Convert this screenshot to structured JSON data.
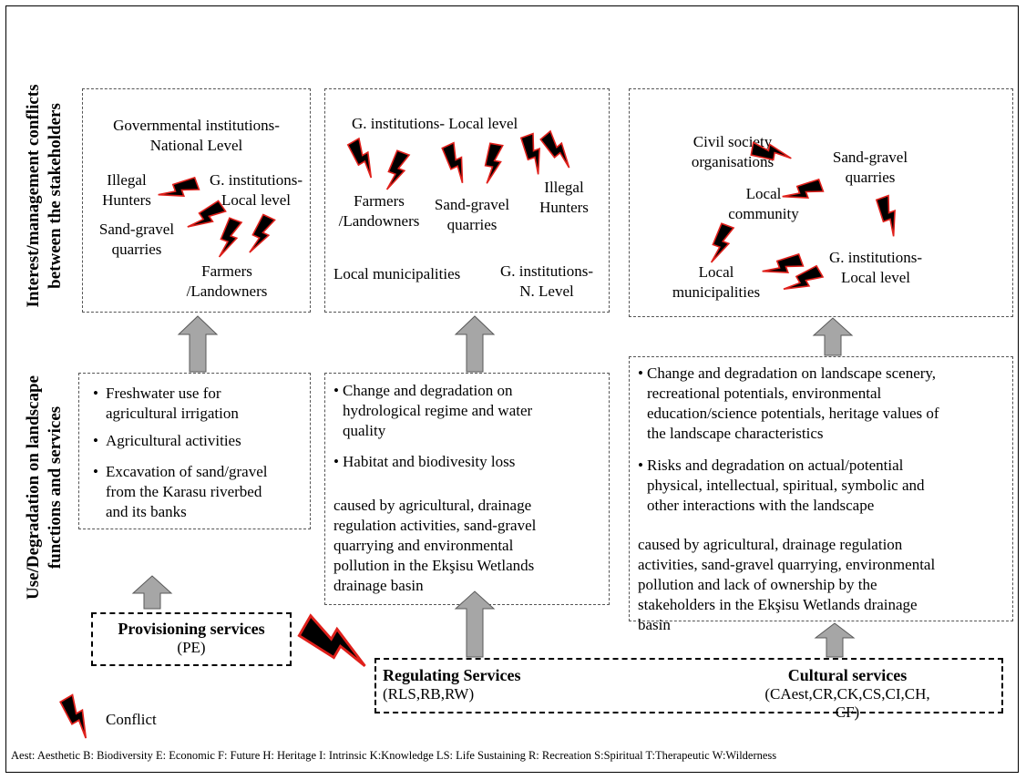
{
  "side_labels": {
    "top_line1": "Interest/management  conflicts",
    "top_line2": "between the stakeholders",
    "bottom_line1": "Use/Degradation on landscape",
    "bottom_line2": "functions and services"
  },
  "conflict_boxes": {
    "provisioning": {
      "gov_national": "Governmental institutions-",
      "gov_national_2": "National Level",
      "illegal_hunters": "Illegal",
      "illegal_hunters_2": "Hunters",
      "g_inst_local": "G. institutions-",
      "g_inst_local_2": "Local level",
      "sand_gravel": "Sand-gravel",
      "sand_gravel_2": "quarries",
      "farmers": "Farmers",
      "farmers_2": "/Landowners"
    },
    "regulating": {
      "g_inst_local": "G. institutions-  Local level",
      "farmers": "Farmers",
      "farmers_2": "/Landowners",
      "sand_gravel": "Sand-gravel",
      "sand_gravel_2": "quarries",
      "illegal_hunters": "Illegal",
      "illegal_hunters_2": "Hunters",
      "local_municipalities": "Local municipalities",
      "g_inst_national": "G. institutions-",
      "g_inst_national_2": "N. Level"
    },
    "cultural": {
      "civil_society": "Civil society",
      "civil_society_2": "organisations",
      "sand_gravel": "Sand-gravel",
      "sand_gravel_2": "quarries",
      "local_community": "Local",
      "local_community_2": "community",
      "local_municipalities": "Local",
      "local_municipalities_2": "municipalities",
      "g_inst_local": "G. institutions-",
      "g_inst_local_2": "Local level"
    }
  },
  "degradation_boxes": {
    "provisioning": [
      [
        "Freshwater use for",
        "agricultural  irrigation"
      ],
      [
        "Agricultural activities"
      ],
      [
        "Excavation of sand/gravel",
        "from the Karasu riverbed",
        "and its banks"
      ]
    ],
    "regulating": {
      "bullets": [
        [
          "Change and degradation on",
          "hydrological regime and water",
          "quality"
        ],
        [
          "Habitat and biodivesity loss"
        ]
      ],
      "caused_by": [
        "caused by agricultural,  drainage",
        "regulation activities, sand-gravel",
        "quarrying and environmental",
        "pollution in the Ekşisu Wetlands",
        "drainage basin"
      ]
    },
    "cultural": {
      "bullets": [
        [
          "Change and degradation on landscape scenery,",
          "recreational potentials, environmental",
          "education/science potentials, heritage values of",
          "the landscape characteristics"
        ],
        [
          "Risks and degradation on actual/potential",
          "physical, intellectual, spiritual, symbolic and",
          "other interactions with the landscape"
        ]
      ],
      "caused_by": [
        "caused by agricultural,  drainage regulation",
        "activities, sand-gravel quarrying, environmental",
        "pollution and lack of ownership by the",
        "stakeholders in the Ekşisu Wetlands drainage",
        "basin"
      ]
    }
  },
  "services": {
    "provisioning_title": "Provisioning services",
    "provisioning_codes": "(PE)",
    "regulating_title": "Regulating Services",
    "regulating_codes": "(RLS,RB,RW)",
    "cultural_title": "Cultural services",
    "cultural_codes": "(CAest,CR,CK,CS,CI,CH, CF)"
  },
  "legend": {
    "conflict_label": "Conflict",
    "abbreviations": "Aest: Aesthetic   B: Biodiversity   E: Economic   F: Future  H: Heritage  I: Intrinsic  K:Knowledge  LS: Life Sustaining  R: Recreation  S:Spiritual  T:Therapeutic  W:Wilderness"
  },
  "colors": {
    "bolt_fill": "#000000",
    "bolt_stroke": "#e0201b",
    "arrow_fill": "#a6a6a6",
    "arrow_stroke": "#595959"
  }
}
